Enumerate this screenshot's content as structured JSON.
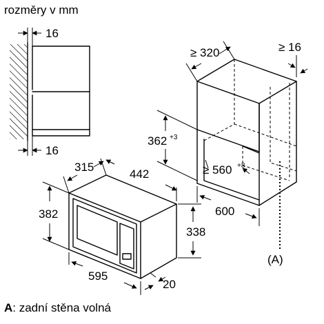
{
  "title": "rozměry v mm",
  "wall_gap_top": "16",
  "wall_gap_bottom": "16",
  "cabinet_depth": "≥ 320",
  "cabinet_side_gap": "≥ 16",
  "niche_height": "362",
  "niche_height_tol": "+3",
  "niche_width": "≥ 560",
  "niche_width_tol": "+8",
  "cabinet_width": "600",
  "oven_depth": "315",
  "oven_body_width": "442",
  "oven_height": "382",
  "oven_body_height": "338",
  "oven_width": "595",
  "oven_frame": "20",
  "marker_label": "(A)",
  "legend": {
    "key": "A",
    "text": ": zadní stěna volná"
  }
}
